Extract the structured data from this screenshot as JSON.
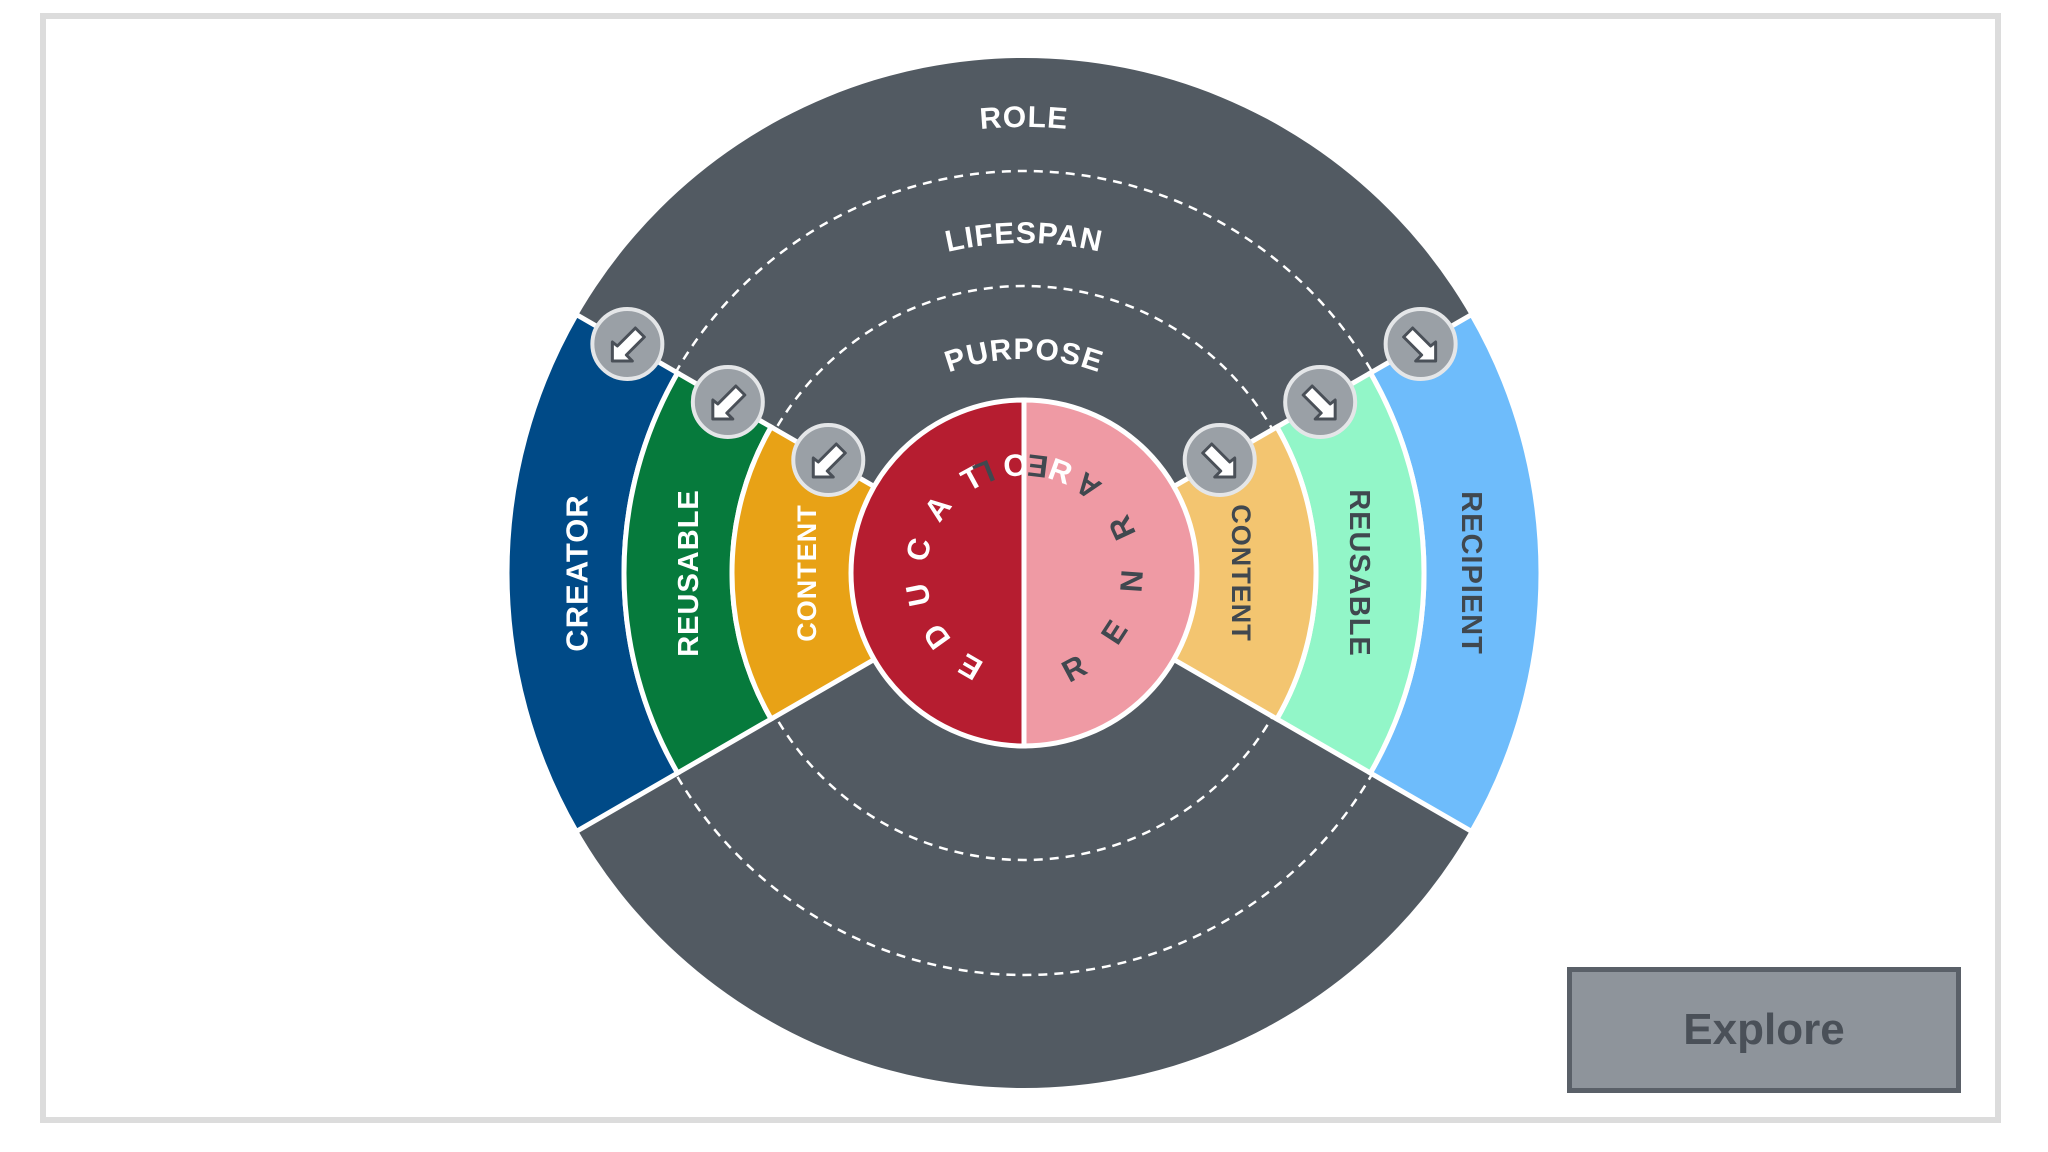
{
  "rings": {
    "role": "ROLE",
    "lifespan": "LIFESPAN",
    "purpose": "PURPOSE"
  },
  "left_side": {
    "outer": "CREATOR",
    "middle": "REUSABLE",
    "inner": "CONTENT",
    "center": "EDUCATOR"
  },
  "right_side": {
    "outer": "RECIPIENT",
    "middle": "REUSABLE",
    "inner": "CONTENT",
    "center": "LEARNER"
  },
  "explore_button": {
    "label": "Explore"
  },
  "colors": {
    "ring_gray": "#525a62",
    "creator": "#004a87",
    "reusable_left": "#067a3c",
    "content_left": "#e8a216",
    "educator": "#b61d30",
    "recipient": "#6ebcfb",
    "reusable_right": "#92f6c8",
    "content_right": "#f3c570",
    "learner": "#ef9aa4",
    "arrow_button": "#9aa0a6"
  },
  "icons": {
    "arrow": "arrow-down-left-icon"
  }
}
